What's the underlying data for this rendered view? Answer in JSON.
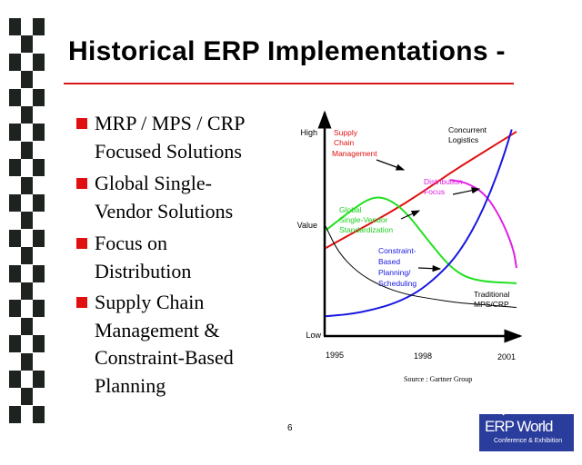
{
  "slide": {
    "title": "Historical ERP Implementations -",
    "page_number": "6",
    "bullets": [
      {
        "lines": [
          "MRP / MPS / CRP",
          "Focused Solutions"
        ]
      },
      {
        "lines": [
          "Global Single-",
          "Vendor Solutions"
        ]
      },
      {
        "lines": [
          "Focus on",
          "Distribution"
        ]
      },
      {
        "lines": [
          "Supply Chain",
          "Management &",
          "Constraint-Based",
          "Planning"
        ]
      }
    ],
    "logo": {
      "line1": "ERP World",
      "line2": "Conference & Exhibition"
    },
    "colors": {
      "accent": "#d81818",
      "bullet": "#e01010",
      "logo_bg": "#2a3c9c"
    }
  },
  "chart_data": {
    "type": "line",
    "title": "",
    "xlabel": "",
    "ylabel": "Value",
    "y_tick_labels": {
      "high": "High",
      "mid": "Value",
      "low": "Low"
    },
    "x_ticks": [
      "1995",
      "1998",
      "2001"
    ],
    "xlim": [
      1995,
      2001
    ],
    "ylim": [
      0,
      100
    ],
    "source": "Source : Gartner Group",
    "series": [
      {
        "name": "Supply Chain Management",
        "label_lines": [
          "Supply",
          "Chain",
          "Management"
        ],
        "color": "#e01010",
        "x": [
          1995,
          1996,
          1997,
          1998,
          1999,
          2000,
          2001
        ],
        "y": [
          40,
          48,
          56,
          65,
          75,
          84,
          93
        ]
      },
      {
        "name": "Global Single-Vendor Standardization",
        "label_lines": [
          "Global",
          "Single-Vendor",
          "Standardization"
        ],
        "color": "#22e022",
        "x": [
          1995,
          1995.7,
          1996.4,
          1996.9,
          1997.5,
          1998.3,
          1999,
          1999.7,
          2001
        ],
        "y": [
          48,
          56,
          63,
          63,
          57,
          42,
          30,
          25,
          24
        ]
      },
      {
        "name": "Distribution Focus",
        "label_lines": [
          "Distribution",
          "Focus"
        ],
        "color": "#e020e0",
        "x": [
          1998.9,
          1999.4,
          2000,
          2000.5,
          2000.9,
          2001
        ],
        "y": [
          71,
          70,
          65,
          54,
          40,
          31
        ]
      },
      {
        "name": "Concurrent Logistics",
        "label_lines": [
          "Concurrent",
          "Logistics"
        ],
        "color": "#1818e0",
        "x": [
          1998.2,
          1999,
          1999.6,
          2000.1,
          2000.6,
          2000.95,
          2001
        ],
        "y": [
          0,
          0,
          0,
          0,
          0,
          0,
          0
        ]
      },
      {
        "name": "Constraint-Based Planning/Scheduling",
        "label_lines": [
          "Constraint-",
          "Based",
          "Planning/",
          "Scheduling"
        ],
        "color": "#1818e0",
        "x": [
          1995,
          1995.8,
          1996.5,
          1997.2,
          1997.9,
          1998.5,
          1999.1,
          1999.7,
          2000.2,
          2000.6,
          2000.85
        ],
        "y": [
          9,
          10,
          12,
          15,
          20,
          27,
          36,
          50,
          66,
          82,
          94
        ]
      },
      {
        "name": "Traditional MPS/CRP",
        "label_lines": [
          "Traditional",
          "MPS/CRP"
        ],
        "color": "#000000",
        "x": [
          1995,
          1995.4,
          1996,
          1996.7,
          1997.5,
          1998.3,
          1999.2,
          2000.2,
          2001
        ],
        "y": [
          50,
          38,
          29,
          23,
          19,
          17,
          15,
          14,
          13
        ]
      }
    ]
  }
}
